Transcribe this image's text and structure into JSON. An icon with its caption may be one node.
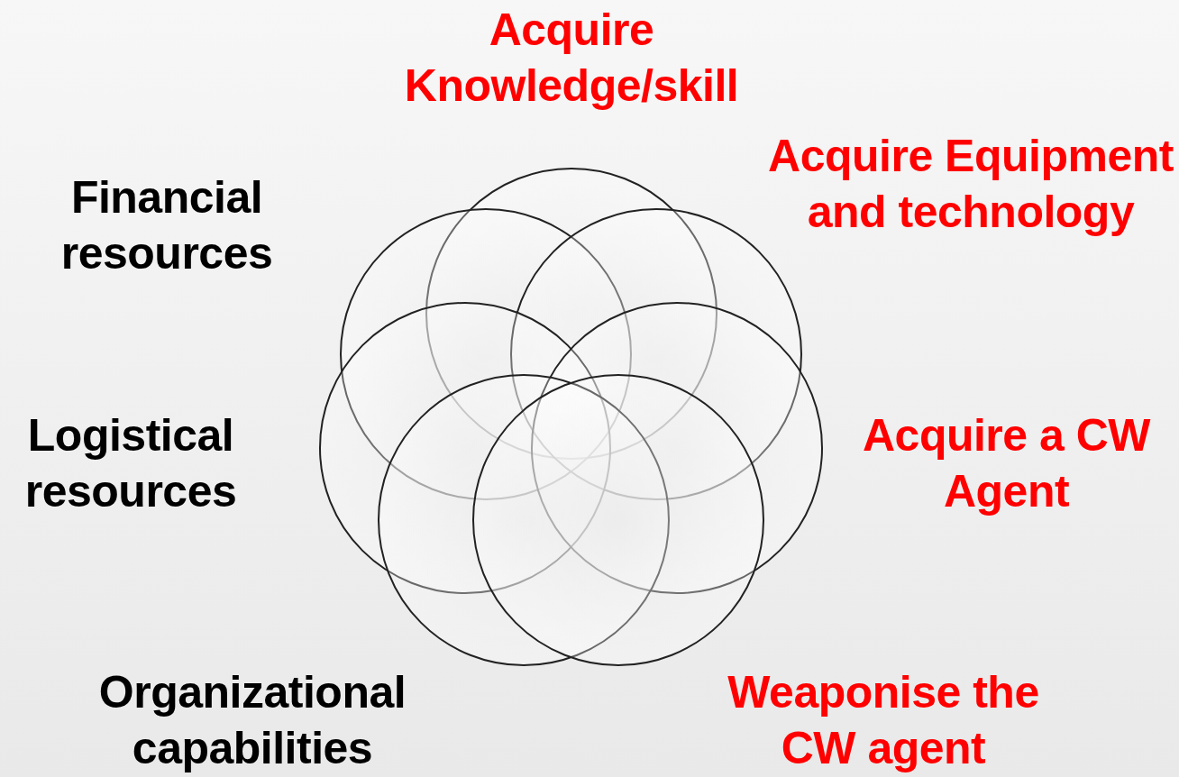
{
  "diagram": {
    "labels": [
      "Acquire Knowledge/skill",
      "Financial resources",
      "Acquire Equipment and technology",
      "Logistical resources",
      "Acquire a CW Agent",
      "Organizational capabilities",
      "Weaponise the CW agent"
    ]
  }
}
